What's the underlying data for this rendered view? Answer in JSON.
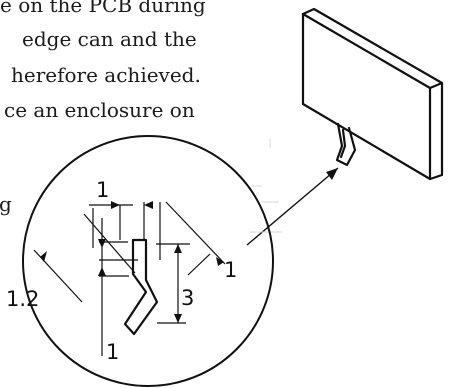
{
  "body_text": {
    "line_1": "e on the PCB during",
    "line_2": "edge can and the",
    "line_3": "herefore achieved.",
    "line_4": "ce an enclosure on",
    "line_5": "g"
  },
  "detail_dimensions": {
    "top_width": "1",
    "left_inset": "1.2",
    "right_inset": "1",
    "height": "3",
    "bottom": "1"
  }
}
